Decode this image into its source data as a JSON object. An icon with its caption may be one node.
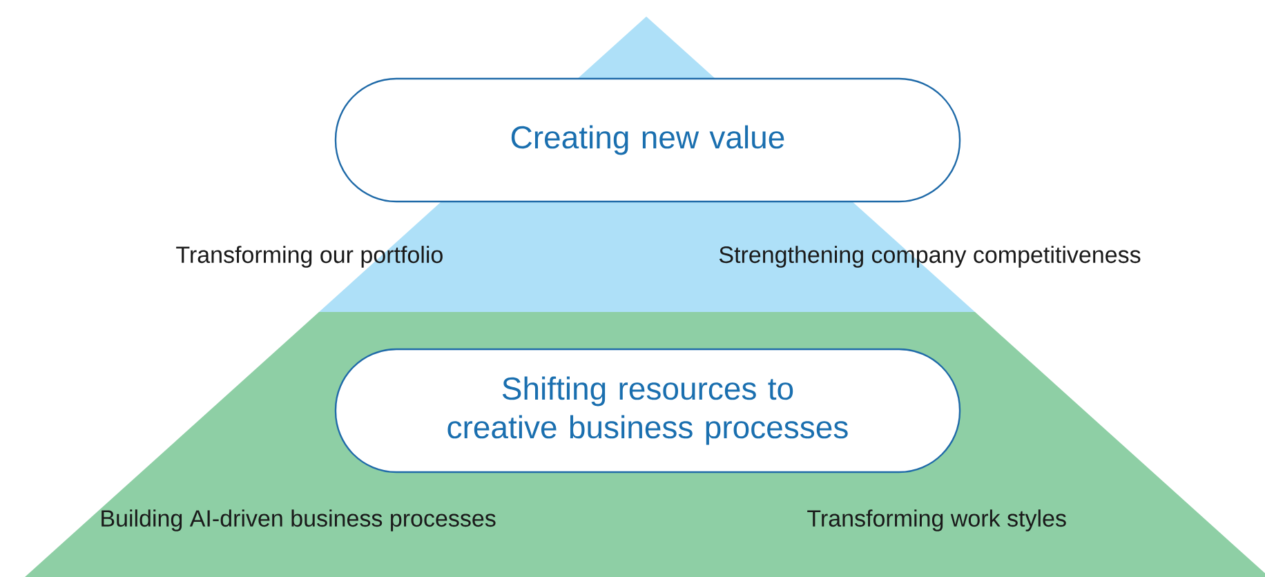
{
  "diagram": {
    "nodes": [
      {
        "text": [
          "Creating new value"
        ]
      },
      {
        "text": [
          "Shifting resources to creative business processes"
        ]
      }
    ],
    "edges": [],
    "labels": [
      "Transforming our portfolio",
      "Strengthening company competitiveness",
      "Building AI-driven business processes",
      "Transforming work styles"
    ]
  }
}
